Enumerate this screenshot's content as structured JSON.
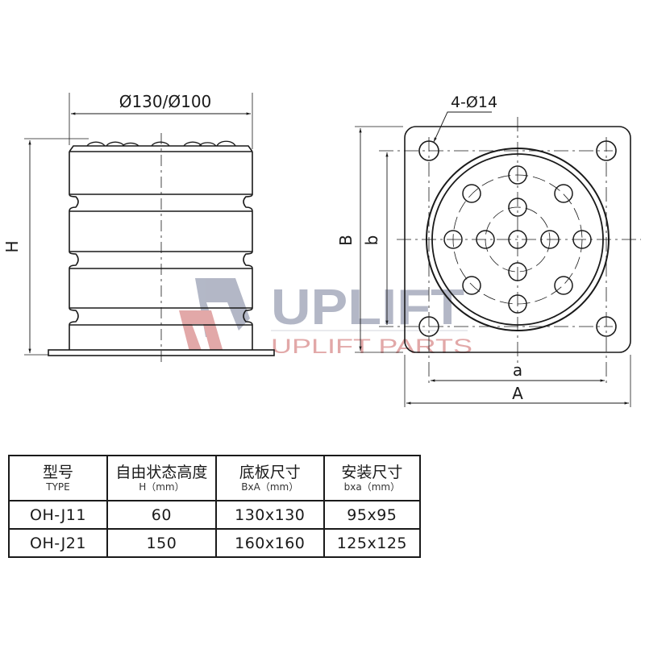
{
  "side_view": {
    "diameter_label": "Ø130/Ø100",
    "height_label": "H"
  },
  "top_view": {
    "hole_label": "4-Ø14",
    "dim_B": "B",
    "dim_b": "b",
    "dim_a": "a",
    "dim_A": "A"
  },
  "watermark": {
    "brand": "UPLIFT",
    "subtitle": "UPLIFT PARTS",
    "colors": {
      "gray": "#9aa0b4",
      "red": "#d98c8c"
    }
  },
  "table": {
    "headers": [
      {
        "cn": "型号",
        "en": "TYPE"
      },
      {
        "cn": "自由状态高度",
        "en": "H（mm）"
      },
      {
        "cn": "底板尺寸",
        "en": "BxA（mm）"
      },
      {
        "cn": "安装尺寸",
        "en": "bxa（mm）"
      }
    ],
    "rows": [
      [
        "OH-J11",
        "60",
        "130x130",
        "95x95"
      ],
      [
        "OH-J21",
        "150",
        "160x160",
        "125x125"
      ]
    ]
  }
}
